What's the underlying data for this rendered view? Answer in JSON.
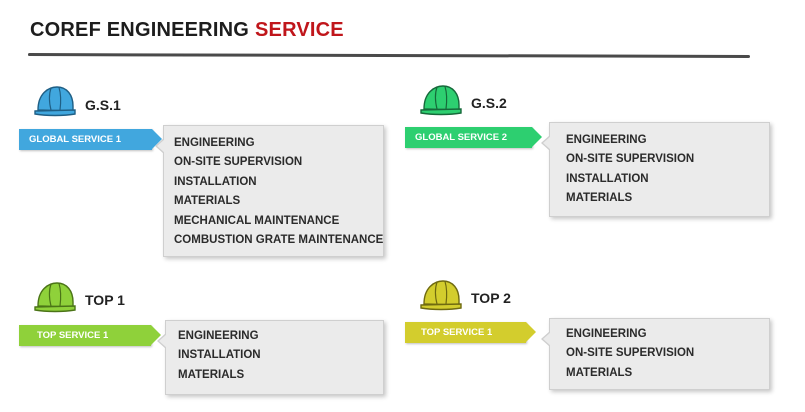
{
  "header": {
    "title": "COREF ENGINEERING",
    "accent": "SERVICE"
  },
  "colors": {
    "blue": "#41a7de",
    "green": "#2dcf70",
    "lime": "#8fd13a",
    "yellow": "#d3cd2d",
    "accent_red": "#c0161b"
  },
  "services": [
    {
      "code": "G.S.1",
      "tag": "GLOBAL SERVICE 1",
      "color": "#41a7de",
      "icon": "hard-hat-icon",
      "items": [
        "ENGINEERING",
        "ON-SITE SUPERVISION",
        "INSTALLATION",
        "MATERIALS",
        "MECHANICAL MAINTENANCE",
        "COMBUSTION GRATE MAINTENANCE"
      ]
    },
    {
      "code": "G.S.2",
      "tag": "GLOBAL SERVICE 2",
      "color": "#2dcf70",
      "icon": "hard-hat-icon",
      "items": [
        "ENGINEERING",
        "ON-SITE SUPERVISION",
        "INSTALLATION",
        "MATERIALS"
      ]
    },
    {
      "code": "TOP 1",
      "tag": "TOP SERVICE 1",
      "color": "#8fd13a",
      "icon": "hard-hat-icon",
      "items": [
        "ENGINEERING",
        "INSTALLATION",
        "MATERIALS"
      ]
    },
    {
      "code": "TOP 2",
      "tag": "TOP SERVICE 1",
      "color": "#d3cd2d",
      "icon": "hard-hat-icon",
      "items": [
        "ENGINEERING",
        "ON-SITE SUPERVISION",
        "MATERIALS"
      ]
    }
  ]
}
